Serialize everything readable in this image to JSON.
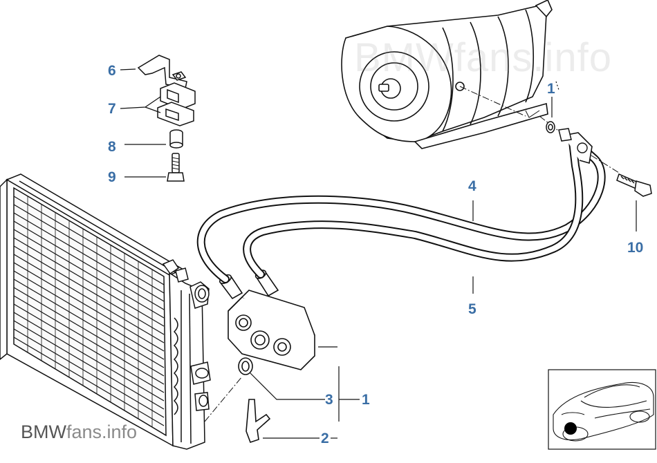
{
  "diagram": {
    "title": "Transmission oil cooler / oil cooler line",
    "watermark_top": "BMWfans.info",
    "watermark_bottom_brand": "BMW",
    "watermark_bottom_site": "fans.info",
    "callouts": {
      "c6": "6",
      "c7": "7",
      "c8": "8",
      "c9": "9",
      "c1_top": "1",
      "c4": "4",
      "c5": "5",
      "c10": "10",
      "c3": "3",
      "c1_bottom": "1",
      "c2": "2"
    },
    "colors": {
      "callout": "#3a6ea5",
      "line": "#1a1a1a",
      "fill": "#ffffff"
    }
  }
}
